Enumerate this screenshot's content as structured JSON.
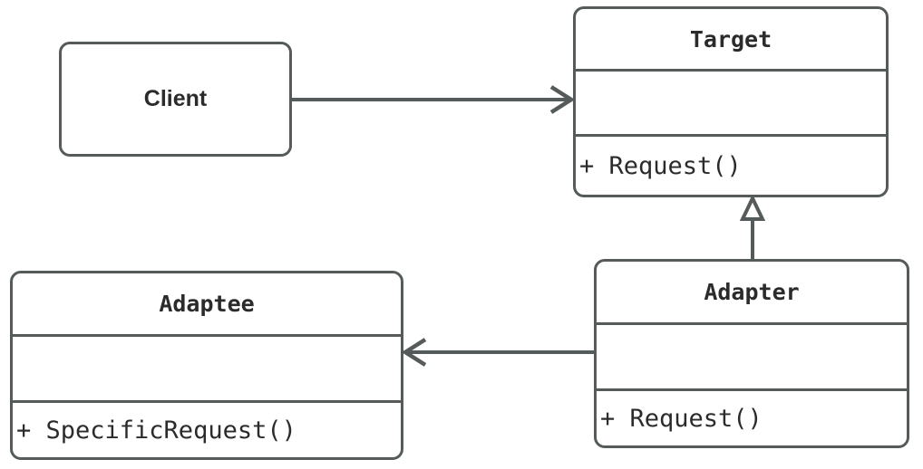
{
  "diagram": {
    "type": "uml-class-diagram",
    "pattern_name": "Adapter",
    "background_color": "#ffffff",
    "stroke_color": "#555a5a",
    "text_color": "#2b2b2b"
  },
  "classes": {
    "client": {
      "name": "Client",
      "style": "plain-box",
      "attributes": [],
      "operations": []
    },
    "target": {
      "name": "Target",
      "style": "uml-class",
      "attributes": [],
      "operations": [
        "+ Request()"
      ]
    },
    "adaptee": {
      "name": "Adaptee",
      "style": "uml-class",
      "attributes": [],
      "operations": [
        "+ SpecificRequest()"
      ]
    },
    "adapter": {
      "name": "Adapter",
      "style": "uml-class",
      "attributes": [],
      "operations": [
        "+ Request()"
      ]
    }
  },
  "relationships": [
    {
      "id": "client-to-target",
      "from": "Client",
      "to": "Target",
      "type": "association",
      "arrowhead": "open-arrow",
      "direction": "right"
    },
    {
      "id": "adapter-to-target",
      "from": "Adapter",
      "to": "Target",
      "type": "generalization",
      "arrowhead": "hollow-triangle",
      "direction": "up"
    },
    {
      "id": "adapter-to-adaptee",
      "from": "Adapter",
      "to": "Adaptee",
      "type": "association",
      "arrowhead": "open-arrow",
      "direction": "left"
    }
  ]
}
